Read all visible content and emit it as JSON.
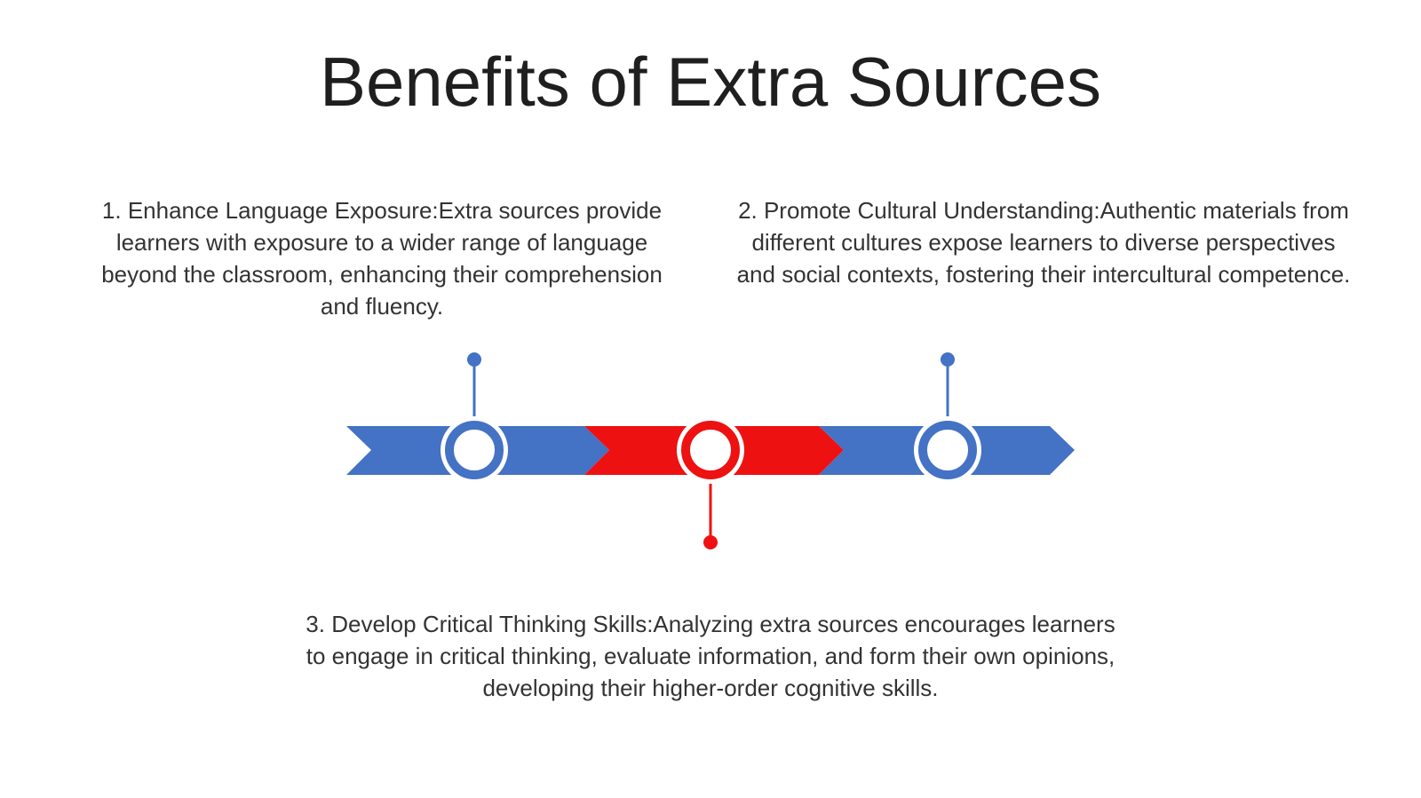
{
  "slide": {
    "title": "Benefits of Extra Sources"
  },
  "points": [
    {
      "text": "1. Enhance Language Exposure:Extra sources provide learners with exposure to a wider range of language beyond the classroom, enhancing their comprehension and fluency.",
      "color": "#4472c4"
    },
    {
      "text": "2. Promote Cultural Understanding:Authentic materials from different cultures expose learners to diverse perspectives and social contexts, fostering their intercultural competence.",
      "color": "#4472c4"
    },
    {
      "text": "3. Develop Critical Thinking Skills:Analyzing extra sources encourages learners to engage in critical thinking, evaluate information, and form their own opinions, developing their higher-order cognitive skills.",
      "color": "#ee1111"
    }
  ],
  "colors": {
    "blue": "#4472c4",
    "red": "#ee1111",
    "text": "#333333",
    "background": "#ffffff"
  }
}
